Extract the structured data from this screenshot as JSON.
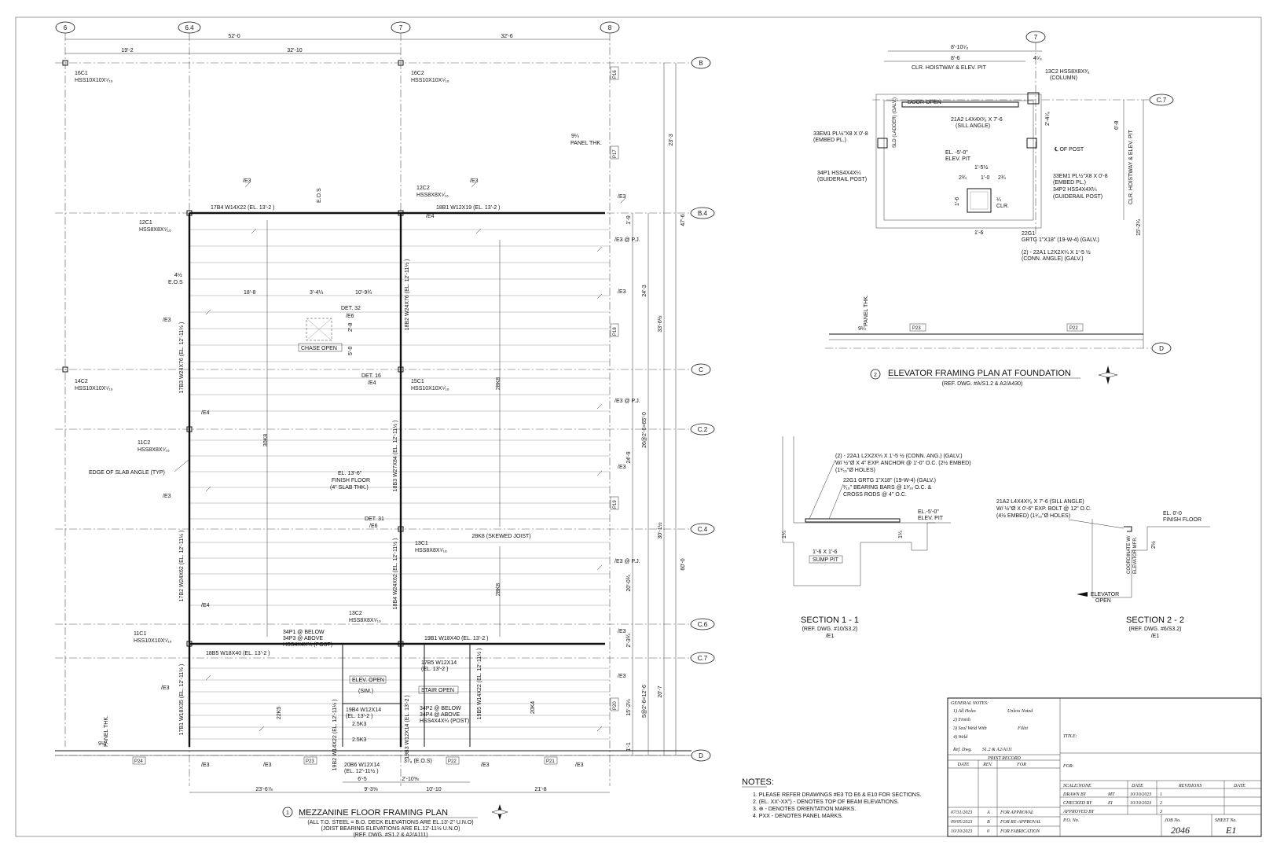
{
  "plan1": {
    "grid_cols": [
      "6",
      "6.4",
      "7",
      "8"
    ],
    "grid_rows": [
      "B",
      "B.4",
      "C",
      "C.2",
      "C.4",
      "C.6",
      "C.7",
      "D"
    ],
    "top_dims": [
      "52'-0",
      "32'-6",
      "19'-2",
      "32'-10"
    ],
    "right_dims": [
      "23'-3",
      "47'-6",
      "1'-9",
      "24'-3",
      "33'-6½",
      "26@2'-6=65'-0",
      "24'-9",
      "30'-1½",
      "60'-0",
      "20'-0¾",
      "2'-3¾",
      "20'-7",
      "15'-2¼",
      "5@2'-6=12'-6",
      "1'-1",
      "1'-9"
    ],
    "bottom_dims": [
      "23'-6⅞",
      "9'-3⅝",
      "10'-10",
      "21'-8",
      "6'-5",
      "2'-10⅝"
    ],
    "columns": [
      {
        "id": "16C1",
        "size": "HSS10X10X⁵⁄₁₆"
      },
      {
        "id": "16C2",
        "size": "HSS10X10X⁵⁄₁₆"
      },
      {
        "id": "12C1",
        "size": "HSS8X8X⁵⁄₁₆"
      },
      {
        "id": "12C2",
        "size": "HSS8X8X⁵⁄₁₆"
      },
      {
        "id": "14C2",
        "size": "HSS10X10X⁵⁄₁₆"
      },
      {
        "id": "15C1",
        "size": "HSS10X10X⁵⁄₁₆"
      },
      {
        "id": "11C2",
        "size": "HSS8X8X⁵⁄₁₆"
      },
      {
        "id": "13C1",
        "size": "HSS8X8X⁵⁄₁₆"
      },
      {
        "id": "13C2",
        "size": "HSS8X8X⁵⁄₁₆"
      },
      {
        "id": "11C1",
        "size": "HSS10X10X⁵⁄₁₆"
      }
    ],
    "beams": {
      "b17b4": "17B4 W14X22 (EL. 13'-2 )",
      "b18b1": "18B1 W12X19 (EL. 13'-2 )",
      "b19b1": "19B1 W18X40 (EL. 13'-2 )",
      "b18b5": "18B5 W18X40 (EL. 13'-2 )",
      "b17b3": "17B3 W24X76 (EL. 12'-11½ )",
      "b18b2": "18B2 W24X76 (EL. 12'-11½ )",
      "b18b3": "18B3 W27X84 (EL. 12'-11½ )",
      "b17b2": "17B2 W24X62 (EL. 12'-11½ )",
      "b18b4": "18B4 W24X62 (EL. 12'-11½ )",
      "b17b1": "17B1 W18X35 (EL. 12'-11½ )",
      "b17b5": "17B5 W12X14",
      "b17b5el": "(EL. 13'-2 )",
      "b19b4": "19B4 W12X14",
      "b19b4el": "(EL. 13'-2 )",
      "b19b2": "19B2 W14X22 (EL. 12'-11½ )",
      "b19b3": "19B3 W12X14 (EL. 13'-2 )",
      "b19b5": "19B5 W14X22 (EL. 12'-11½ )",
      "b20b6": "20B6 W12X14",
      "b20b6el": "(EL. 12'-11½ )"
    },
    "joists": [
      "30K8",
      "28K8",
      "28K8 (SKEWED JOIST)",
      "28K8",
      "22K5",
      "20K4"
    ],
    "notes_in_plan": {
      "eos": "E.O.S",
      "eos_dim": "4½",
      "chase": "CHASE OPEN",
      "det32": "DET. 32",
      "e6": "/E6",
      "det16": "DET. 16",
      "e4": "/E4",
      "det31": "DET. 31",
      "edge": "EDGE OF SLAB ANGLE (TYP)",
      "el1": "EL. 13'-6\"",
      "el2": "FINISH FLOOR",
      "el3": "(4\" SLAB THK.)",
      "panel": "9¼",
      "panel2": "PANEL THK.",
      "p34a": "34P1 @ BELOW",
      "p34b": "34P3 @ ABOVE",
      "p34c": "HSS4X4X¼ (POST)",
      "p34d": "34P2 @ BELOW",
      "p34e": "34P4 @ ABOVE",
      "p34f": "HSS4X4X¼ (POST)",
      "elev": "ELEV. OPEN",
      "sim": "(SIM.)",
      "stair": "STAIR OPEN",
      "k3": "2.5K3",
      "eos2": "3⁷⁄₈ (E.O.S)",
      "d1": "18'-8",
      "d2": "3'-4¼",
      "d3": "10'-9¾",
      "d4": "2'-8",
      "d5": "5'-0",
      "e3pj": "/E3 @ P.J.",
      "e3": "/E3"
    },
    "panels": [
      "P16",
      "P17",
      "P18",
      "P19",
      "P20",
      "P21",
      "P22",
      "P23",
      "P24"
    ],
    "title_num": "1",
    "title": "MEZZANINE FLOOR FRAMING PLAN",
    "sub1": "(ALL T.O. STEEL = B.O. DECK ELEVATIONS ARE EL.13'-2\" U.N.O)",
    "sub2": "(JOIST BEARING ELEVATIONS ARE EL.12'-11½ U.N.O)",
    "sub3": "(REF. DWG. #S1.2 & A2/A111)"
  },
  "plan2": {
    "cols": [
      "7"
    ],
    "rows": [
      "C.7",
      "D"
    ],
    "dims": [
      "8'-10⁵⁄₈",
      "8'-6",
      "4⁵⁄₈",
      "CLR. HOISTWAY & ELEV. PIT",
      "6'-8",
      "15'-2¼",
      "2'-4⁷⁄₈",
      "1'-5½",
      "1'-0",
      "2¾",
      "2¾",
      "1'-6",
      "1'-6",
      "¼",
      "CLR."
    ],
    "labels": {
      "c13c2a": "13C2 HSS8X8X³⁄₈",
      "c13c2b": "(COLUMN)",
      "door": "DOOR OPEN",
      "a21": "21A2 L4X4X³⁄₈ X 7'-6",
      "a21b": "(SILL ANGLE)",
      "em33a": "33EM1 PL½\"X8 X 0'-8",
      "em33b": "(EMBED PL.)",
      "p34a": "34P1 HSS4X4X¼",
      "p34b": "(GUIDERAIL POST)",
      "em33c": "33EM1 PL½\"X8 X 0'-8",
      "em33d": "(EMBED PL.)",
      "p34c": "34P2 HSS4X4X¼",
      "p34d": "(GUIDERAIL POST)",
      "cpost": "℄ OF POST",
      "elpit": "EL. -5'-0\"",
      "elpit2": "ELEV. PIT",
      "ladder": "SLD (LADDER) (GALV.)",
      "g22a": "22G1",
      "g22b": "GRTG 1\"X18\" (19-W-4) (GALV.)",
      "a22a": "(2) - 22A1 L2X2X¼ X 1'-5 ½",
      "a22b": "(CONN. ANGLE) (GALV.)",
      "p23": "P23",
      "p22": "P22",
      "panel": "9¼",
      "panel2": "PANEL THK.",
      "clr": "CLR. HOISTWAY & ELEV. PIT"
    },
    "title_num": "2",
    "title": "ELEVATOR FRAMING PLAN AT FOUNDATION",
    "sub": "(REF. DWG. #A/S1.2 & A2/A430)"
  },
  "section1": {
    "l1": "(2) - 22A1 L2X2X¼ X 1'-5 ½ (CONN. ANG.) (GALV.)",
    "l2": "W/ ½\"Ø X 4\" EXP. ANCHOR @ 1'-0\" O.C. (2½ EMBED)",
    "l3": "(1¹⁄₁₆\"Ø HOLES)",
    "l4": "22G1 GRTG 1\"X18\" (19-W-4) (GALV.)",
    "l5": "³⁄₁₆\" BEARING BARS @ 1³⁄₁₆ O.C. &",
    "l6": "CROSS RODS @ 4\" O.C.",
    "el": "EL.-5'-0\"",
    "el2": "ELEV. PIT",
    "sump": "1'-6 X 1'-6",
    "sump2": "SUMP PIT",
    "dim": "1¼",
    "title": "SECTION 1 - 1",
    "sub": "(REF. DWG. #10/S3.2)",
    "sub2": "/E1"
  },
  "section2": {
    "l1": "21A2 L4X4X³⁄₈ X 7'-6 (SILL ANGLE)",
    "l2": "W/ ½\"Ø X 0'-6\" EXP. BOLT @ 12\" O.C.",
    "l3": "(4½ EMBED) (1¹⁄₁₆\"Ø HOLES)",
    "el": "EL. 0'-0",
    "el2": "FINISH FLOOR",
    "coord": "COORDINATE W/",
    "coord2": "ELEVATOR MFR.",
    "elev": "ELEVATOR",
    "elev2": "OPEN",
    "dim": "2½",
    "title": "SECTION 2 - 2",
    "sub": "(REF. DWG. #6/S3.2)",
    "sub2": "/E1"
  },
  "notes": {
    "header": "NOTES:",
    "items": [
      "1. PLEASE REFER DRAWINGS #E3 TO E6 & E10 FOR SECTIONS.",
      "2. (EL. XX'-XX\") - DENOTES TOP OF BEAM ELEVATIONS.",
      "3. ⊕ - DENOTES ORIENTATION MARKS.",
      "4.  PXX  - DENOTES PANEL MARKS."
    ]
  },
  "titleblock": {
    "gn": "GENERAL NOTES:",
    "g1": "1) All Holes",
    "g1b": "Unless Noted",
    "g2": "2) Finish",
    "g3": "3) Seal Weld With",
    "g3b": "Fillet",
    "g4": "4) Weld",
    "ref": "Ref. Dwg.",
    "refv": "S1.2 & A2/A111",
    "print": "PRINT RECORD",
    "date": "DATE",
    "rev": "REV.",
    "for": "FOR",
    "title": "TITLE:",
    "for2": "FOR:",
    "scale": "SCALE:NONE",
    "dcol": "DATE",
    "revisions": "REVISIONS",
    "dcol2": "DATE",
    "drawn": "DRAWN BY",
    "drawnv": "MT",
    "drawnd": "10/10/2023",
    "checked": "CHECKED BY",
    "checkedv": "EI",
    "checkedd": "10/10/2023",
    "approved": "APPROVED BY",
    "po": "P.O. No.",
    "job": "JOB No.",
    "jobv": "2046",
    "sheet": "SHEET No.",
    "sheetv": "E1",
    "revn": [
      "1",
      "2",
      "3"
    ],
    "records": [
      {
        "date": "07/31/2023",
        "rev": "A",
        "for": "FOR APPROVAL"
      },
      {
        "date": "09/05/2023",
        "rev": "B",
        "for": "FOR RE-APPROVAL"
      },
      {
        "date": "10/10/2023",
        "rev": "0",
        "for": "FOR FABRICATION"
      }
    ]
  }
}
